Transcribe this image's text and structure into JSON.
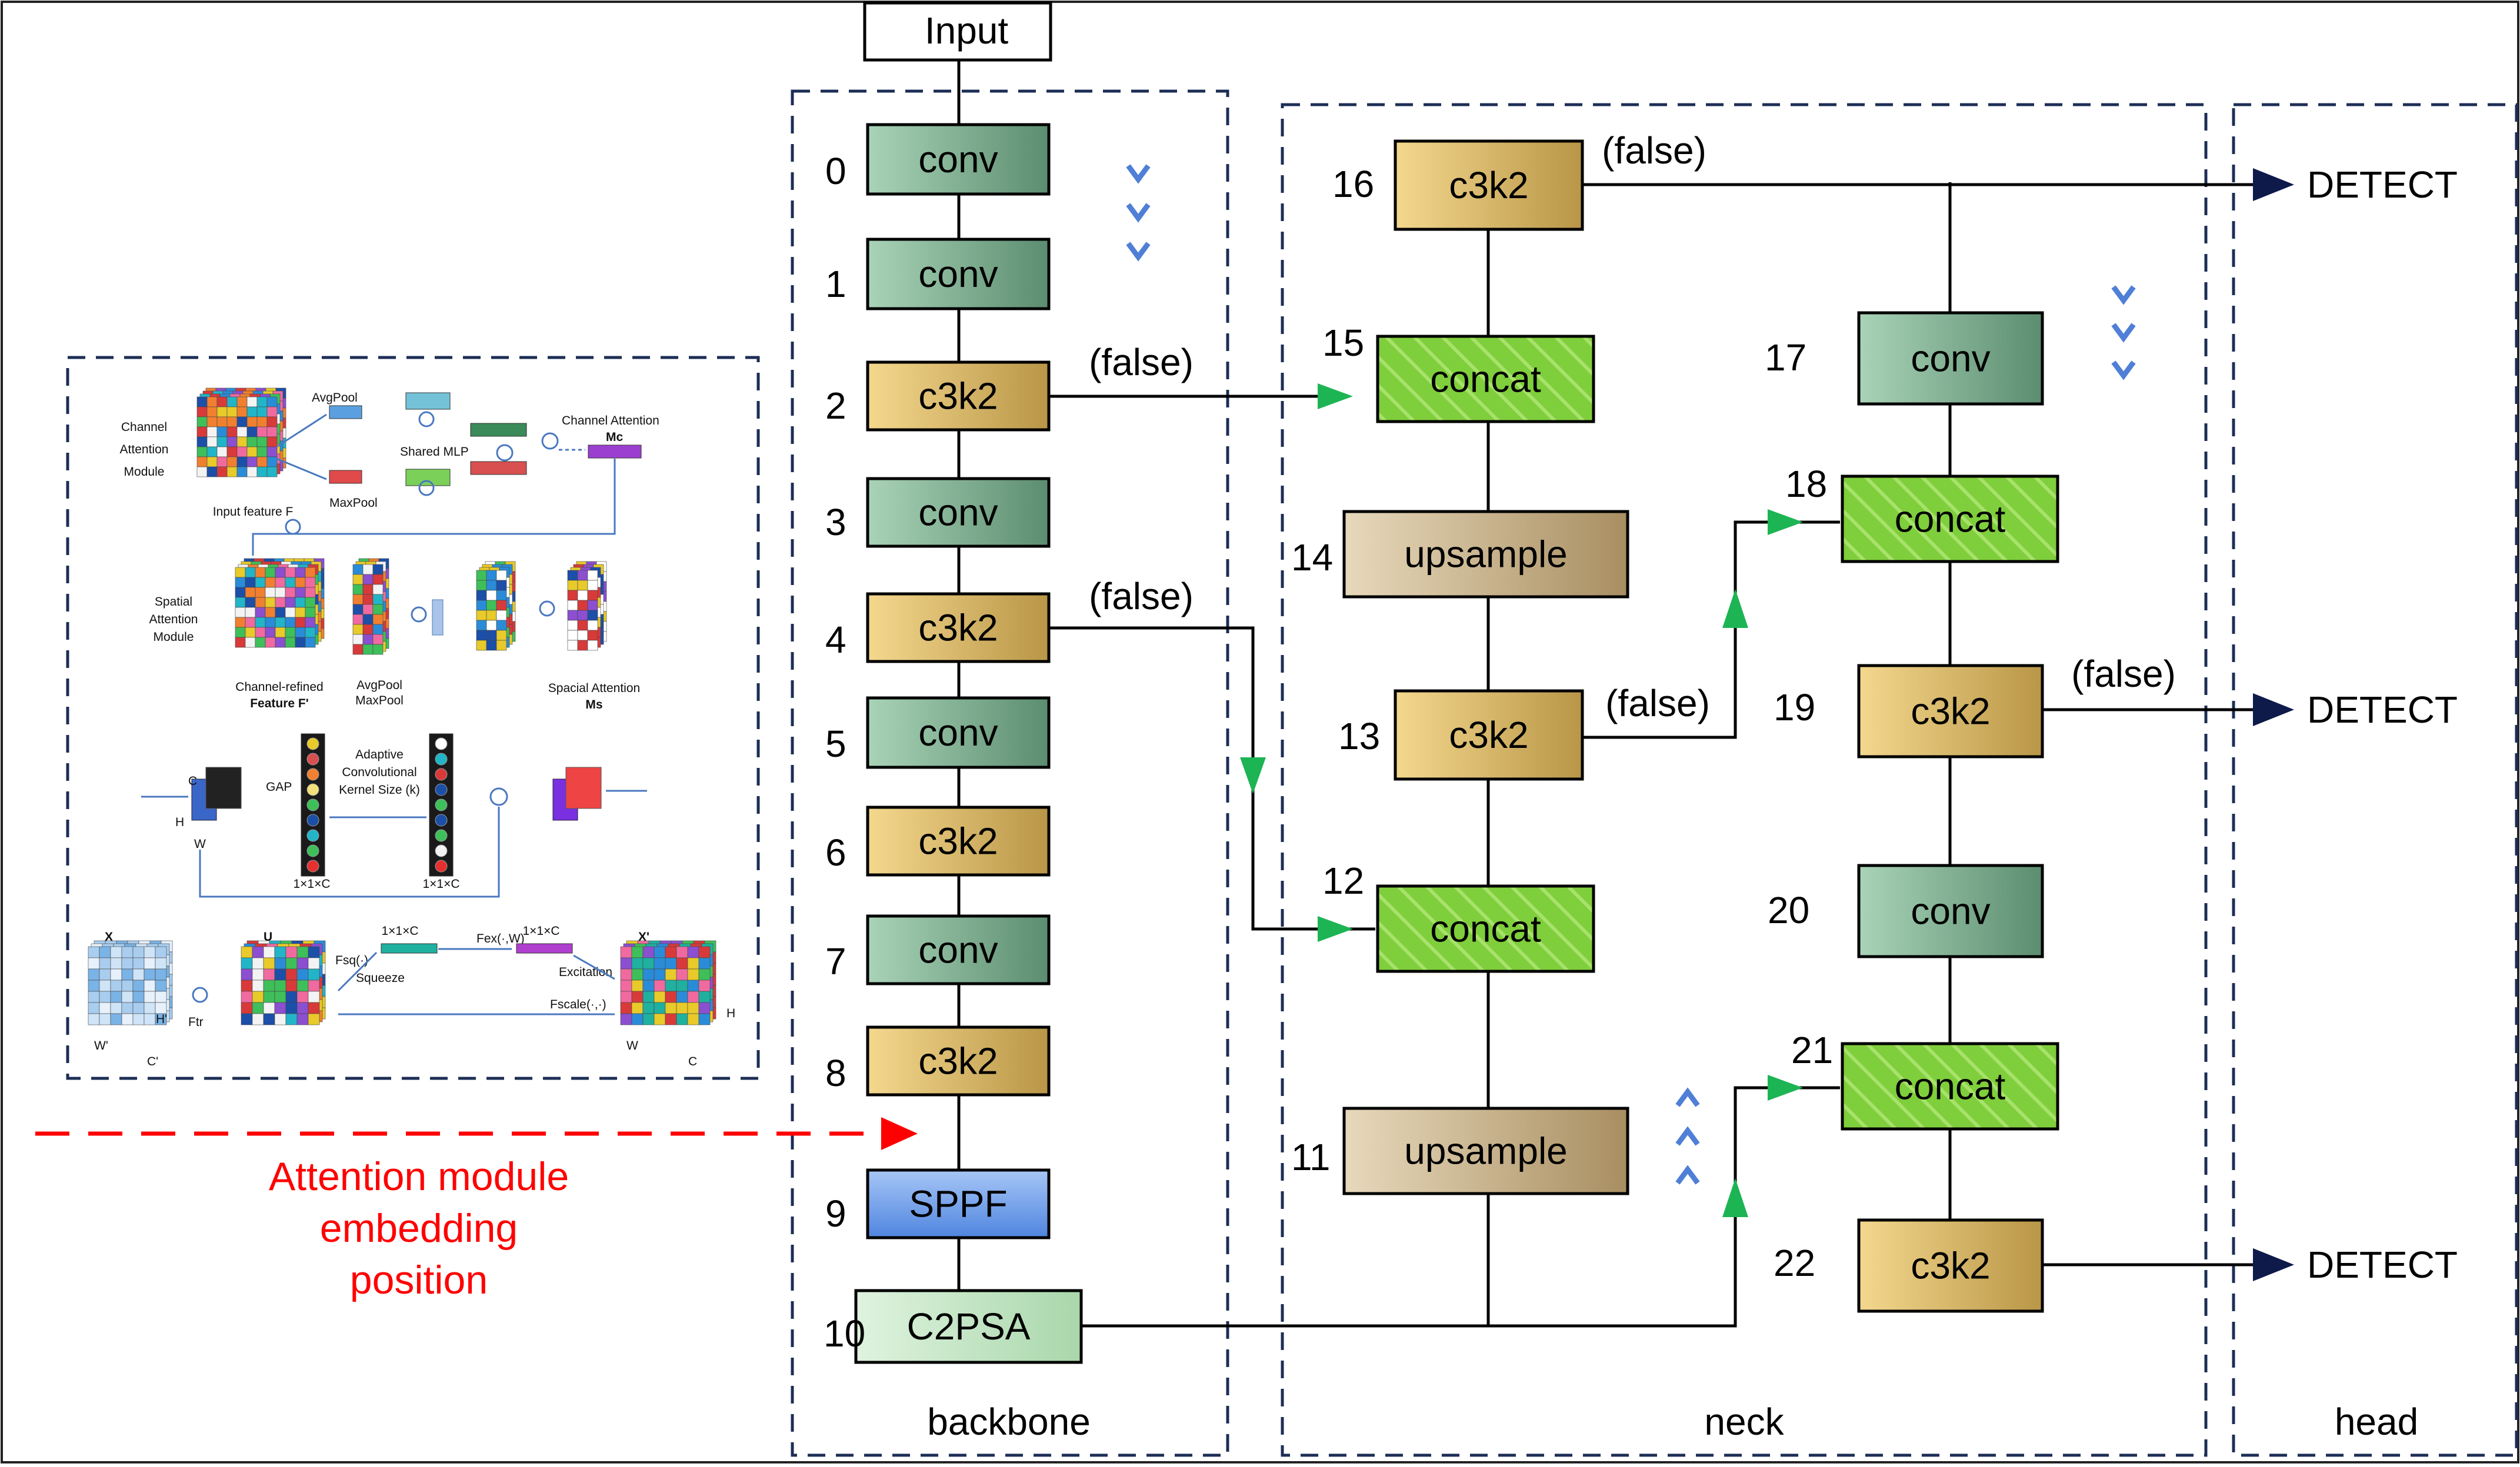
{
  "input_label": "Input",
  "sections": {
    "backbone": "backbone",
    "neck": "neck",
    "head": "head"
  },
  "layers": [
    {
      "index": "0",
      "label": "conv",
      "kind": "conv"
    },
    {
      "index": "1",
      "label": "conv",
      "kind": "conv"
    },
    {
      "index": "2",
      "label": "c3k2",
      "kind": "c3k2"
    },
    {
      "index": "3",
      "label": "conv",
      "kind": "conv"
    },
    {
      "index": "4",
      "label": "c3k2",
      "kind": "c3k2"
    },
    {
      "index": "5",
      "label": "conv",
      "kind": "conv"
    },
    {
      "index": "6",
      "label": "c3k2",
      "kind": "c3k2"
    },
    {
      "index": "7",
      "label": "conv",
      "kind": "conv"
    },
    {
      "index": "8",
      "label": "c3k2",
      "kind": "c3k2"
    },
    {
      "index": "9",
      "label": "SPPF",
      "kind": "sppf"
    },
    {
      "index": "10",
      "label": "C2PSA",
      "kind": "c2psa"
    },
    {
      "index": "11",
      "label": "upsample",
      "kind": "upsample"
    },
    {
      "index": "12",
      "label": "concat",
      "kind": "concat"
    },
    {
      "index": "13",
      "label": "c3k2",
      "kind": "c3k2"
    },
    {
      "index": "14",
      "label": "upsample",
      "kind": "upsample"
    },
    {
      "index": "15",
      "label": "concat",
      "kind": "concat"
    },
    {
      "index": "16",
      "label": "c3k2",
      "kind": "c3k2"
    },
    {
      "index": "17",
      "label": "conv",
      "kind": "conv"
    },
    {
      "index": "18",
      "label": "concat",
      "kind": "concat"
    },
    {
      "index": "19",
      "label": "c3k2",
      "kind": "c3k2"
    },
    {
      "index": "20",
      "label": "conv",
      "kind": "conv"
    },
    {
      "index": "21",
      "label": "concat",
      "kind": "concat"
    },
    {
      "index": "22",
      "label": "c3k2",
      "kind": "c3k2"
    }
  ],
  "edge_labels": [
    "(false)",
    "(false)",
    "(false)",
    "(false)",
    "(false)"
  ],
  "outputs": [
    "DETECT",
    "DETECT",
    "DETECT"
  ],
  "attention_note": [
    "Attention module",
    "embedding",
    "position"
  ],
  "inset": {
    "cam_title": [
      "Channel",
      "Attention",
      "Module"
    ],
    "cam_avgpool": "AvgPool",
    "cam_maxpool": "MaxPool",
    "cam_shared_mlp": "Shared MLP",
    "cam_ca": "Channel Attention",
    "cam_mc": "Mc",
    "cam_input": "Input feature F",
    "sam_title": [
      "Spatial",
      "Attention",
      "Module"
    ],
    "sam_feature": [
      "Channel-refined",
      "Feature F'"
    ],
    "sam_pool": [
      "AvgPool",
      "MaxPool"
    ],
    "sam_sa": [
      "Spacial Attention",
      "Ms"
    ],
    "eca_gap": "GAP",
    "eca_text": [
      "Adaptive",
      "Convolutional",
      "Kernel Size (k)"
    ],
    "eca_dim": "1×1×C",
    "se_x": "X",
    "se_u": "U",
    "se_xp": "X'",
    "se_fsq": "Fsq(·)",
    "se_squeeze": "Squeeze",
    "se_fex": "Fex(·,W)",
    "se_exc": "Excitation",
    "se_fscale": "Fscale(·,·)",
    "se_ftr": "Ftr",
    "se_dims": [
      "W'",
      "H'",
      "C'",
      "W",
      "H",
      "C"
    ]
  },
  "colors": {
    "conv": "#6fa88a",
    "c3k2": "#d9b860",
    "concat": "#7ecb3a",
    "upsample": "#c9b48c",
    "sppf": "#6f9ee6",
    "c2psa": "#bfe3c0",
    "arrow_green": "#1db454",
    "arrow_navy": "#0d1a4a",
    "dash_navy": "#1c2e55",
    "note_red": "#ff0000",
    "chevron_blue": "#4f7fd6"
  }
}
